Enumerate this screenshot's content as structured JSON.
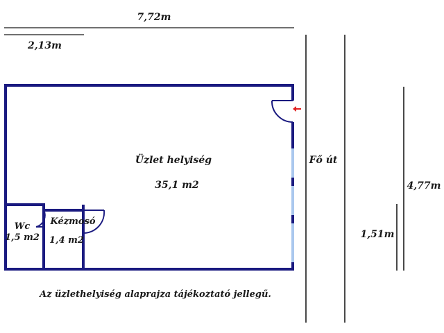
{
  "dimensions": {
    "total_width": "7,72m",
    "partial_width": "2,13m",
    "total_height": "4,77m",
    "partial_height": "1,51m"
  },
  "rooms": {
    "shop": {
      "name": "Üzlet helyiség",
      "area": "35,1 m2"
    },
    "wc": {
      "name": "Wc",
      "area": "1,5 m2"
    },
    "washroom": {
      "name": "Kézmosó",
      "area": "1,4 m2"
    }
  },
  "street": {
    "name": "Fő út"
  },
  "note": "Az üzlethelyiség alaprajza tájékoztató jellegű.",
  "colors": {
    "wall": "#1a1a80",
    "window": "#aac8ee",
    "entrance_arrow": "#e02020",
    "line": "#1a1a1a"
  },
  "icons": {
    "entrance": "red-arrow-left-icon"
  }
}
